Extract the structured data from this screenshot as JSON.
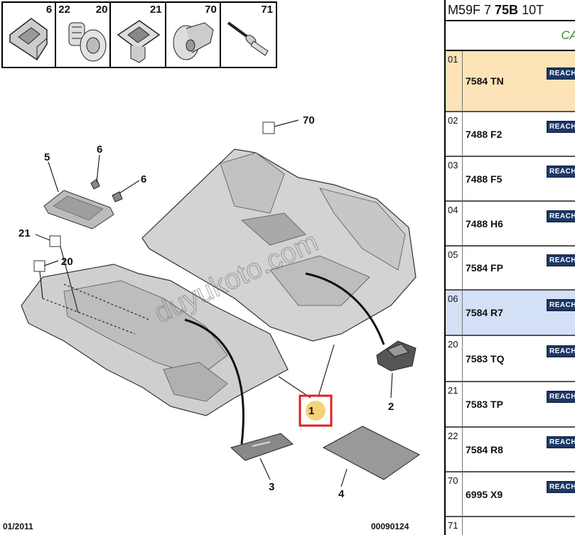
{
  "thumbnails": [
    {
      "label": "6",
      "icon": "clip-icon"
    },
    {
      "label_a": "22",
      "label_b": "20",
      "icon": "push-rivet-icon"
    },
    {
      "label": "21",
      "icon": "square-clip-icon"
    },
    {
      "label": "70",
      "icon": "plastic-nut-icon"
    },
    {
      "label": "71",
      "icon": "rivet-icon"
    }
  ],
  "callouts": {
    "c70": "70",
    "c5": "5",
    "c6a": "6",
    "c6b": "6",
    "c21": "21",
    "c20": "20",
    "c1": "1",
    "c2": "2",
    "c3": "3",
    "c4": "4"
  },
  "watermark": "duyukoto.com",
  "footer": {
    "date": "01/2011",
    "code": "00090124"
  },
  "panel": {
    "title_prefix": "M59F 7 ",
    "title_bold": "75B",
    "title_suffix": " 10T",
    "subtitle": "CA",
    "badge": "REACH",
    "rows": [
      {
        "idx": "01",
        "ref": "7584 TN",
        "highlight": "#fde3b8"
      },
      {
        "idx": "02",
        "ref": "7488 F2",
        "highlight": "#ffffff"
      },
      {
        "idx": "03",
        "ref": "7488 F5",
        "highlight": "#ffffff"
      },
      {
        "idx": "04",
        "ref": "7488 H6",
        "highlight": "#ffffff"
      },
      {
        "idx": "05",
        "ref": "7584 FP",
        "highlight": "#ffffff"
      },
      {
        "idx": "06",
        "ref": "7584 R7",
        "highlight": "#d4e0f6"
      },
      {
        "idx": "20",
        "ref": "7583 TQ",
        "highlight": "#ffffff"
      },
      {
        "idx": "21",
        "ref": "7583 TP",
        "highlight": "#ffffff"
      },
      {
        "idx": "22",
        "ref": "7584 R8",
        "highlight": "#ffffff"
      },
      {
        "idx": "70",
        "ref": "6995 X9",
        "highlight": "#ffffff"
      },
      {
        "idx": "71",
        "ref": "",
        "highlight": "#ffffff"
      }
    ]
  },
  "colors": {
    "selection_box": "#e02020",
    "badge_bg": "#1c3866",
    "subtitle": "#2e8b2e"
  }
}
